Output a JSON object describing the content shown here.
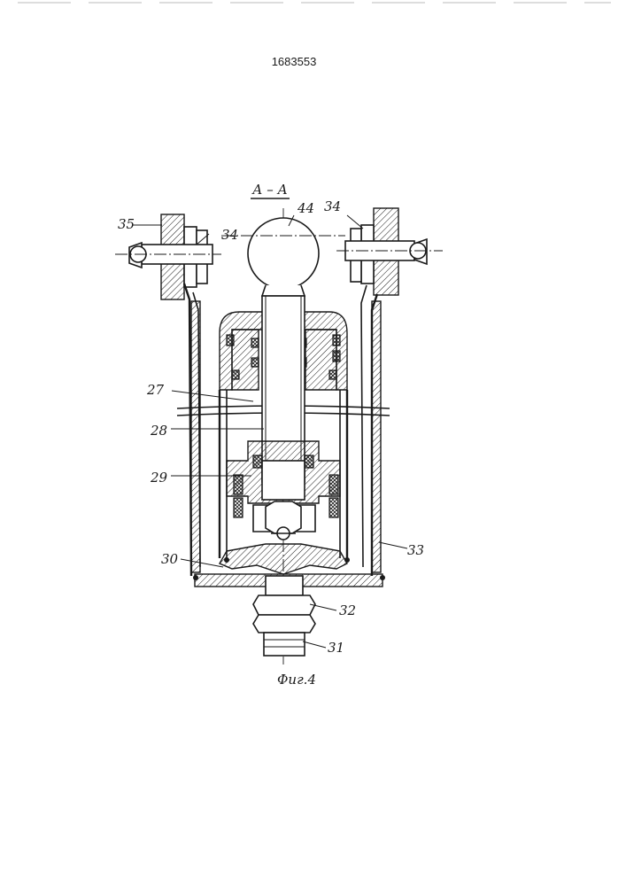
{
  "document": {
    "patent_number": "1683553",
    "section_label": "А – А",
    "figure_caption": "Фиг.4"
  },
  "labels": {
    "l35": "35",
    "l34_left": "34",
    "l44": "44",
    "l34_right": "34",
    "l27": "27",
    "l28": "28",
    "l29": "29",
    "l30": "30",
    "l33": "33",
    "l32": "32",
    "l31": "31"
  }
}
